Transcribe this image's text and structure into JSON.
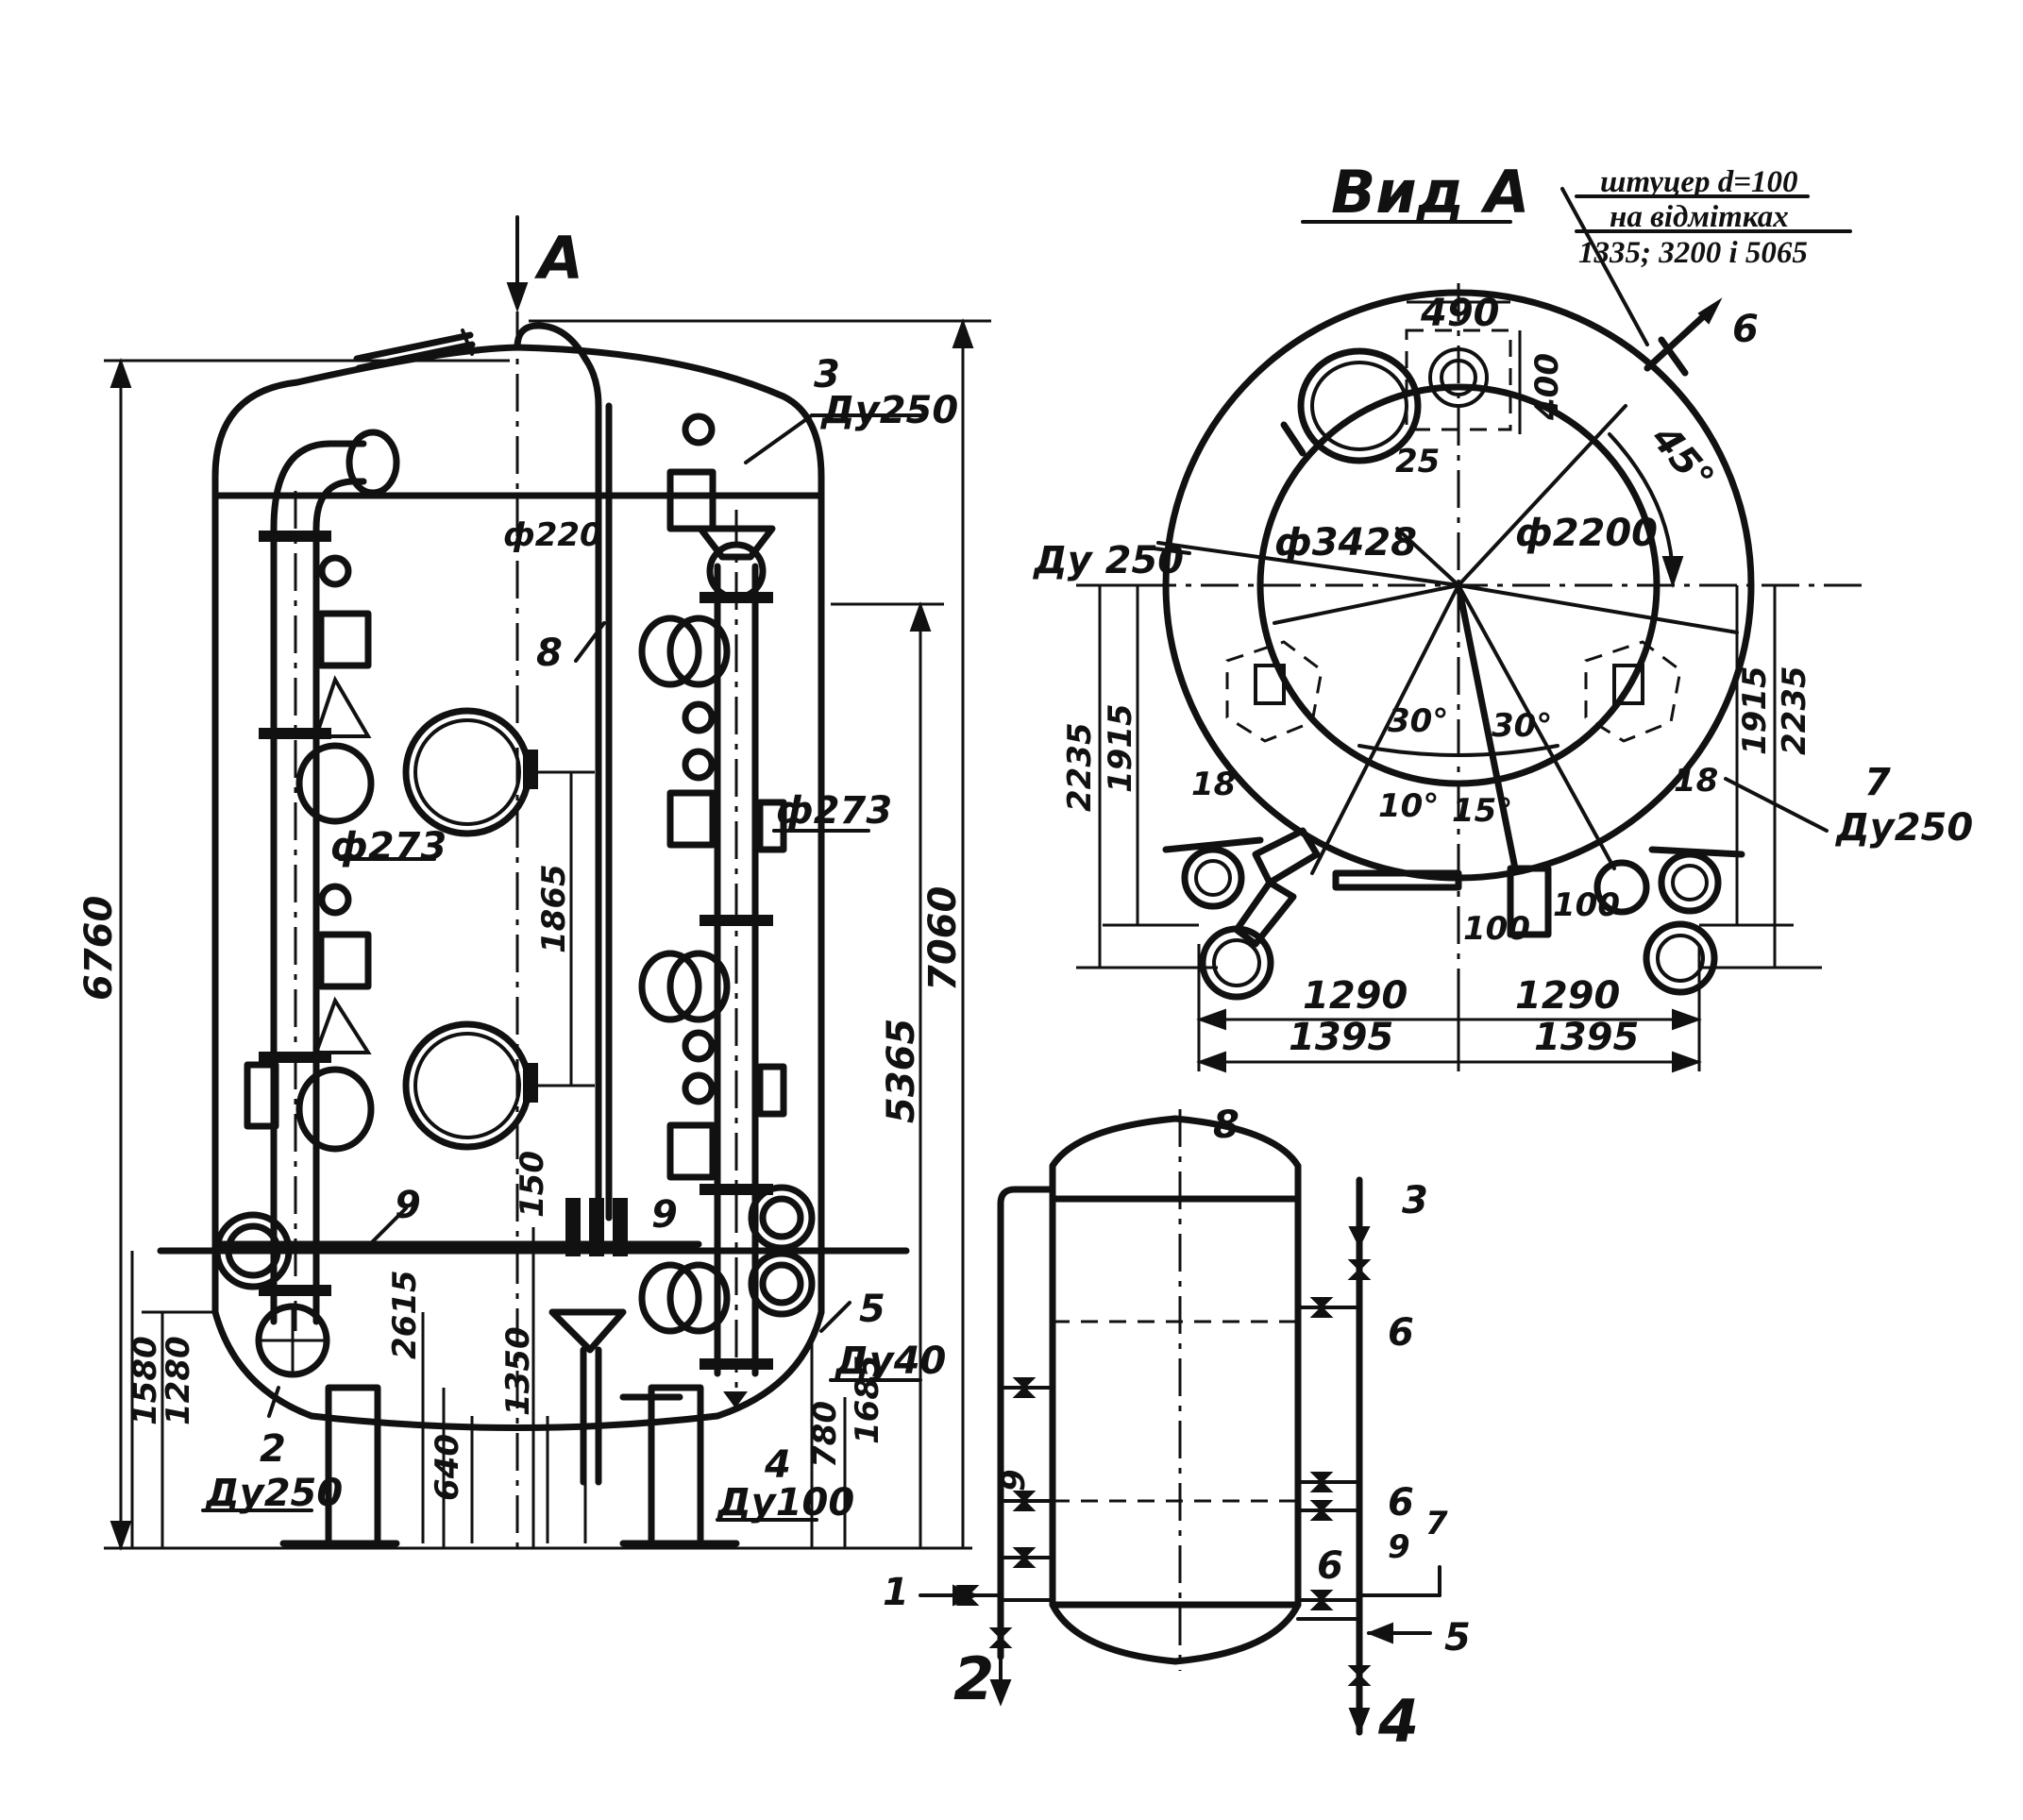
{
  "view_title": "Вид А",
  "section_arrow_label": "А",
  "note": {
    "line1": "штуцер d=100",
    "line2": "на відмітках",
    "line3": "1335; 3200 і 5065"
  },
  "front_view": {
    "nozzle_labels": {
      "n2": "2",
      "n3": "3",
      "n4": "4",
      "n5": "5",
      "n8": "8",
      "n9a": "9",
      "n9b": "9"
    },
    "pipe_sizes": {
      "du250_top": "Ду250",
      "du250_bottom": "Ду250",
      "du100": "Ду100",
      "du40": "Ду40"
    },
    "diameters": {
      "d220": "ф220",
      "d273_left": "ф273",
      "d273_right": "ф273"
    },
    "dimensions": {
      "overall_height": "6760",
      "height_7060": "7060",
      "height_5365": "5365",
      "spacing_1865": "1865",
      "d1580": "1580",
      "d1280": "1280",
      "d2615": "2615",
      "d1350": "1350",
      "d150": "150",
      "d640": "640",
      "d780": "780",
      "d1685": "1685"
    }
  },
  "top_view": {
    "dims": {
      "d490": "490",
      "d400": "400",
      "d250": "25",
      "angle45": "45°",
      "d3428": "ф3428",
      "d2200": "ф2200",
      "du250_left": "Ду 250",
      "h2235_left": "2235",
      "h1915_left": "1915",
      "h1915_right": "1915",
      "h2235_right": "2235",
      "ang30a": "30°",
      "ang30b": "30°",
      "ang10": "10°",
      "ang15": "15°",
      "ang18a": "18",
      "ang18b": "18",
      "d100a": "100",
      "d100b": "100",
      "w1290a": "1290",
      "w1290b": "1290",
      "w1395a": "1395",
      "w1395b": "1395"
    },
    "labels": {
      "n6": "6",
      "n7": "7",
      "du250_right": "Ду250"
    }
  },
  "schematic": {
    "labels": {
      "n1": "1",
      "n2": "2",
      "n3": "3",
      "n4": "4",
      "n5": "5",
      "n6a": "6",
      "n6b": "6",
      "n6c": "6",
      "n7": "7",
      "n8": "8",
      "n9a": "9",
      "n9b": "9"
    }
  }
}
